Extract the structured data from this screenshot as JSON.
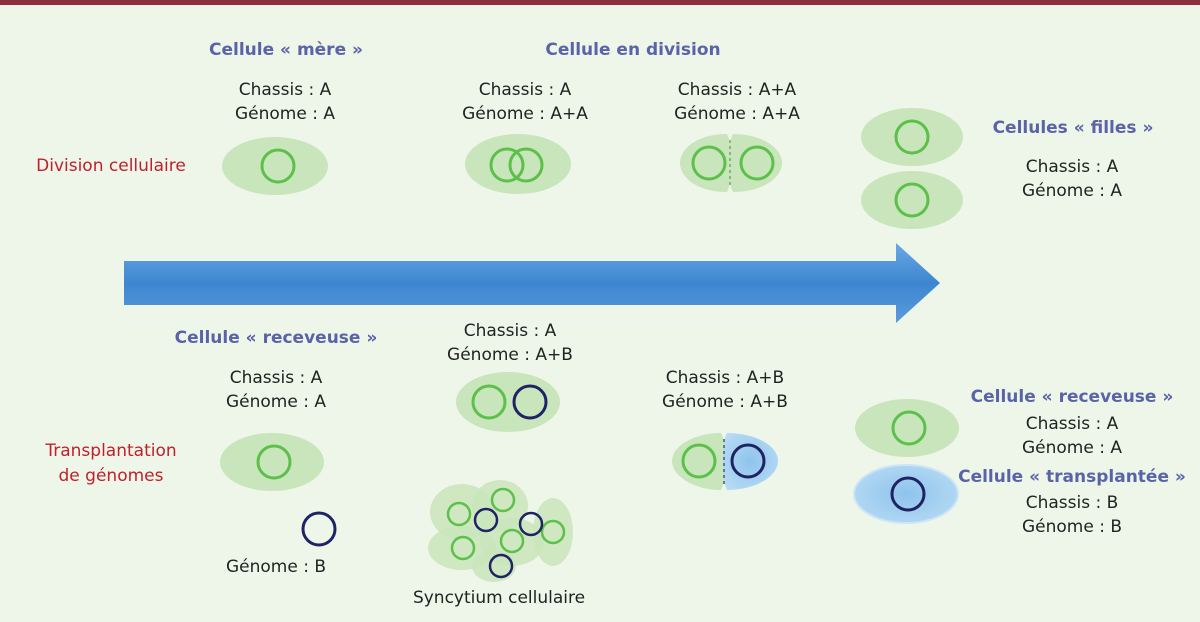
{
  "headings": {
    "mother": "Cellule « mère »",
    "dividing": "Cellule en division",
    "daughters": "Cellules « filles »",
    "recipient_left": "Cellule « receveuse »",
    "recipient_right": "Cellule « receveuse »",
    "transplanted": "Cellule « transplantée »"
  },
  "row_labels": {
    "division": "Division cellulaire",
    "transplant_line1": "Transplantation",
    "transplant_line2": "de génomes"
  },
  "division": {
    "mother": {
      "chassis": "Chassis : A",
      "genome": "Génome : A"
    },
    "dividing1": {
      "chassis": "Chassis : A",
      "genome": "Génome : A+A"
    },
    "dividing2": {
      "chassis": "Chassis : A+A",
      "genome": "Génome : A+A"
    },
    "daughters": {
      "chassis": "Chassis : A",
      "genome": "Génome : A"
    }
  },
  "transplant": {
    "recipient": {
      "chassis": "Chassis : A",
      "genome": "Génome : A"
    },
    "free_genome": "Génome : B",
    "fused": {
      "chassis": "Chassis : A",
      "genome": "Génome : A+B"
    },
    "syncytium": "Syncytium cellulaire",
    "dividing": {
      "chassis": "Chassis : A+B",
      "genome": "Génome : A+B"
    },
    "recipient_result": {
      "chassis": "Chassis : A",
      "genome": "Génome : A"
    },
    "transplanted_result": {
      "chassis": "Chassis : B",
      "genome": "Génome : B"
    }
  },
  "colors": {
    "cell_fill": "#c9e5bb",
    "genome_a": "#5cc04a",
    "genome_b": "#1f2363",
    "transplanted_fill": "#a9d3f0",
    "arrow": "#4a90d6",
    "heading": "#5b63a8",
    "row_label": "#c0202a",
    "background": "#eef6e9",
    "top_bar": "#8b2f3c"
  }
}
